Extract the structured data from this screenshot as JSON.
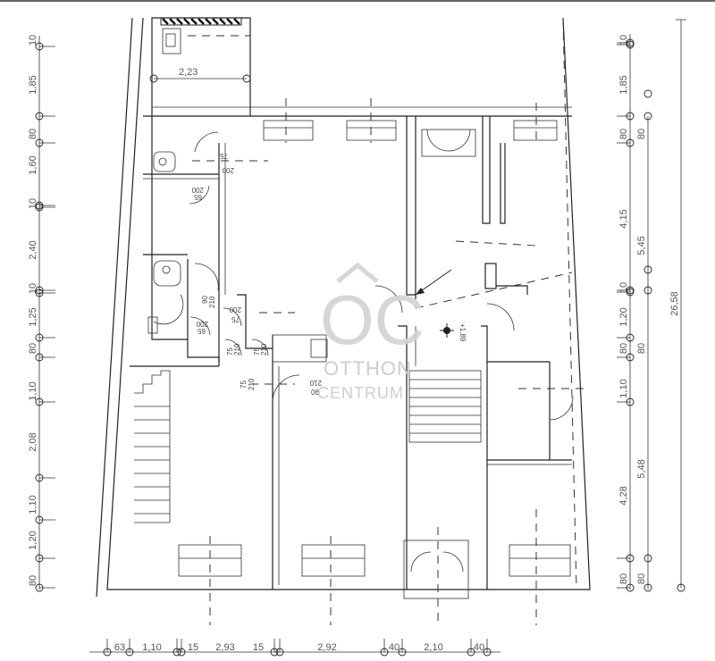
{
  "plan": {
    "left_dimensions": [
      "10",
      "1,85",
      "80",
      "1,60",
      "10",
      "2,40",
      "10",
      "1,25",
      "80",
      "1,10",
      "2,08",
      "1,10",
      "1,20",
      "80"
    ],
    "right_dimensions_inner": [
      "10",
      "1,85",
      "80",
      "4,15",
      "10",
      "1,20",
      "80",
      "1,10",
      "4,28",
      "80"
    ],
    "right_dimensions_outer": [
      "80",
      "5,45",
      "80",
      "5,48",
      "80"
    ],
    "total_height": "26,58",
    "bottom_dimensions": [
      "63",
      "1,10",
      "15",
      "2,93",
      "15",
      "2,92",
      "40",
      "2,10",
      "40"
    ],
    "top_room_width": "2,23",
    "door_labels": [
      {
        "w": "75",
        "h": "200"
      },
      {
        "w": "65",
        "h": "200"
      },
      {
        "w": "90",
        "h": "210"
      },
      {
        "w": "75",
        "h": "200"
      },
      {
        "w": "65",
        "h": "200"
      },
      {
        "w": "75",
        "h": "210"
      },
      {
        "w": "75",
        "h": "210"
      },
      {
        "w": "75",
        "h": "210"
      },
      {
        "w": "90",
        "h": "210"
      }
    ],
    "level_mark": "+1,89"
  },
  "watermark": {
    "logo": "OC",
    "line1": "OTTHON",
    "line2": "CENTRUM"
  }
}
